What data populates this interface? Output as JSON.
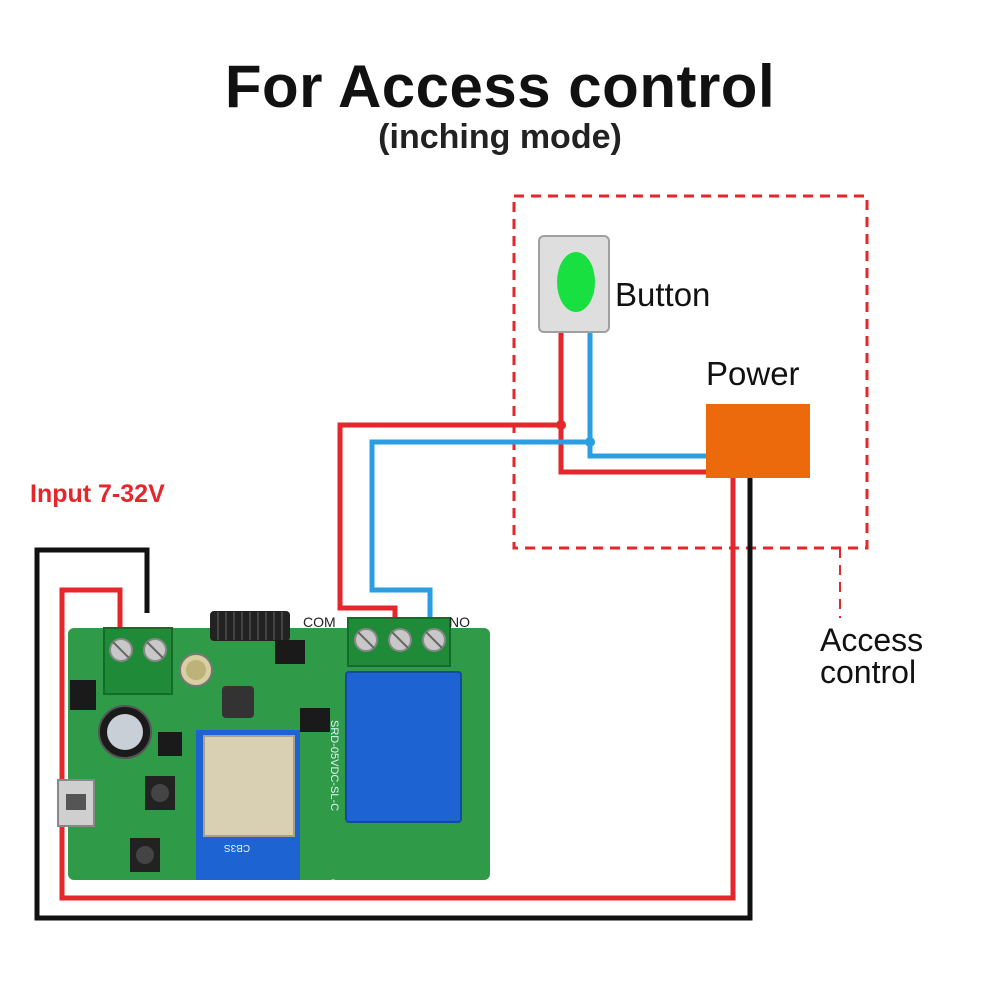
{
  "title": "For Access control",
  "subtitle": "(inching mode)",
  "labels": {
    "input": "Input 7-32V",
    "button": "Button",
    "power": "Power",
    "access_line1": "Access",
    "access_line2": "control",
    "com": "COM",
    "no": "NO",
    "chip": "CB3S",
    "relay": "SRD-05VDC-SL-C"
  },
  "colors": {
    "wire_red": "#e5262b",
    "wire_blue": "#2b9ee0",
    "wire_black": "#111111",
    "board_green": "#2f9a48",
    "power_box": "#ec6a0c",
    "button_green": "#18e040",
    "dashed_box": "#e5262b"
  }
}
